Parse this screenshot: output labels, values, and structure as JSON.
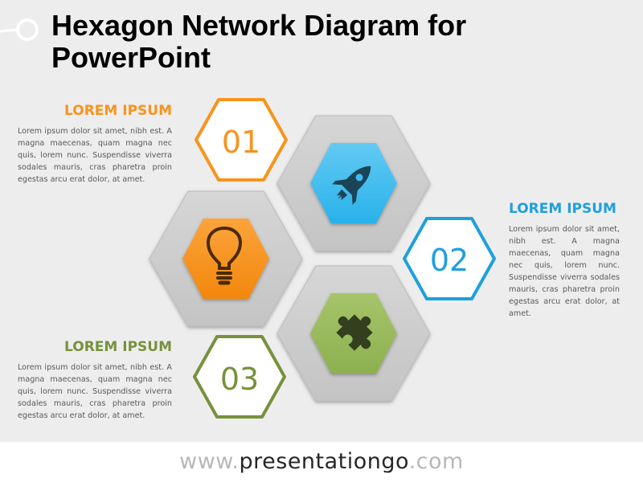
{
  "slide": {
    "title": "Hexagon Network Diagram for PowerPoint",
    "title_lines": [
      "Hexagon Network Diagram for",
      "PowerPoint"
    ],
    "background": "#eeedee"
  },
  "items": [
    {
      "number": "01",
      "heading": "LOREM IPSUM",
      "body": "Lorem ipsum dolor sit amet, nibh est. A magna maecenas, quam magna nec quis, lorem nunc. Suspendisse viverra sodales mauris, cras pharetra proin egestas arcu erat dolor, at amet.",
      "icon": "rocket-icon",
      "color": "#f7941d",
      "fill_color": "#3cbcee"
    },
    {
      "number": "02",
      "heading": "LOREM IPSUM",
      "body": "Lorem ipsum dolor sit amet, nibh est. A magna maecenas, quam magna nec quis, lorem nunc. Suspendisse viverra sodales mauris, cras pharetra proin egestas arcu erat dolor, at amet.",
      "icon": "lightbulb-icon",
      "color": "#1ea0dc",
      "fill_color": "#f7921e"
    },
    {
      "number": "03",
      "heading": "LOREM IPSUM",
      "body": "Lorem ipsum dolor sit amet, nibh est. A magna maecenas, quam magna nec quis, lorem nunc. Suspendisse viverra sodales mauris, cras pharetra proin egestas arcu erat dolor, at amet.",
      "icon": "puzzle-icon",
      "color": "#76923c",
      "fill_color": "#9cbd5d"
    }
  ],
  "footer": {
    "prefix": "www.",
    "brand": "presentationgo",
    "suffix": ".com"
  }
}
